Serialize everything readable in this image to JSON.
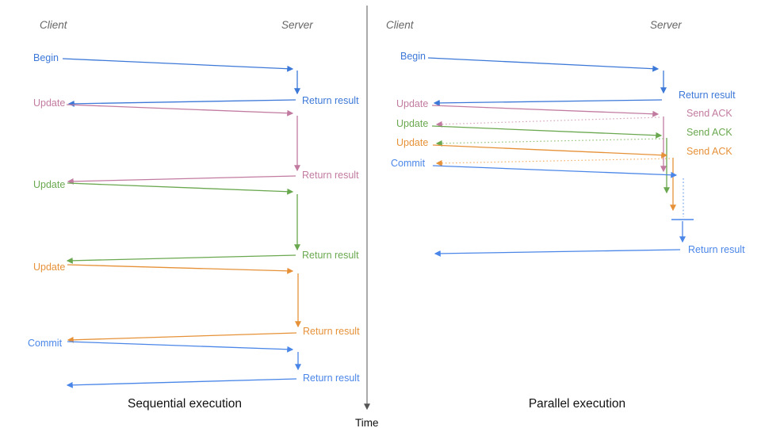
{
  "palette": {
    "blue": "#3c78d8",
    "cornflower_blue": "#4a86e8",
    "pink": "#c27ba0",
    "green": "#6aa84f",
    "orange": "#e69138",
    "dotted_blue": "#6d9eeb",
    "dotted_pink": "#d5a6bd",
    "dotted_green": "#93c47d",
    "dotted_orange": "#f6b26b",
    "header_gray": "#666666",
    "axis_gray": "#555555",
    "text_black": "#111111"
  },
  "time_axis": {
    "label": "Time"
  },
  "sequential": {
    "title": "Sequential execution",
    "client_header": "Client",
    "server_header": "Server",
    "requests": [
      {
        "label": "Begin",
        "color": "#3c78d8",
        "response": "Return result",
        "response_line": "solid"
      },
      {
        "label": "Update",
        "color": "#c27ba0",
        "response": "Return result",
        "response_line": "solid"
      },
      {
        "label": "Update",
        "color": "#6aa84f",
        "response": "Return result",
        "response_line": "solid"
      },
      {
        "label": "Update",
        "color": "#e69138",
        "response": "Return result",
        "response_line": "solid"
      },
      {
        "label": "Commit",
        "color": "#4a86e8",
        "response": "Return result",
        "response_line": "solid"
      }
    ]
  },
  "parallel": {
    "title": "Parallel execution",
    "client_header": "Client",
    "server_header": "Server",
    "requests": [
      {
        "label": "Begin",
        "color": "#3c78d8",
        "response": "Return result",
        "response_line": "solid"
      },
      {
        "label": "Update",
        "color": "#c27ba0",
        "response": "Send ACK",
        "response_line": "dotted"
      },
      {
        "label": "Update",
        "color": "#6aa84f",
        "response": "Send ACK",
        "response_line": "dotted"
      },
      {
        "label": "Update",
        "color": "#e69138",
        "response": "Send ACK",
        "response_line": "dotted"
      },
      {
        "label": "Commit",
        "color": "#4a86e8",
        "response": "Return result",
        "response_line": "solid"
      }
    ]
  }
}
